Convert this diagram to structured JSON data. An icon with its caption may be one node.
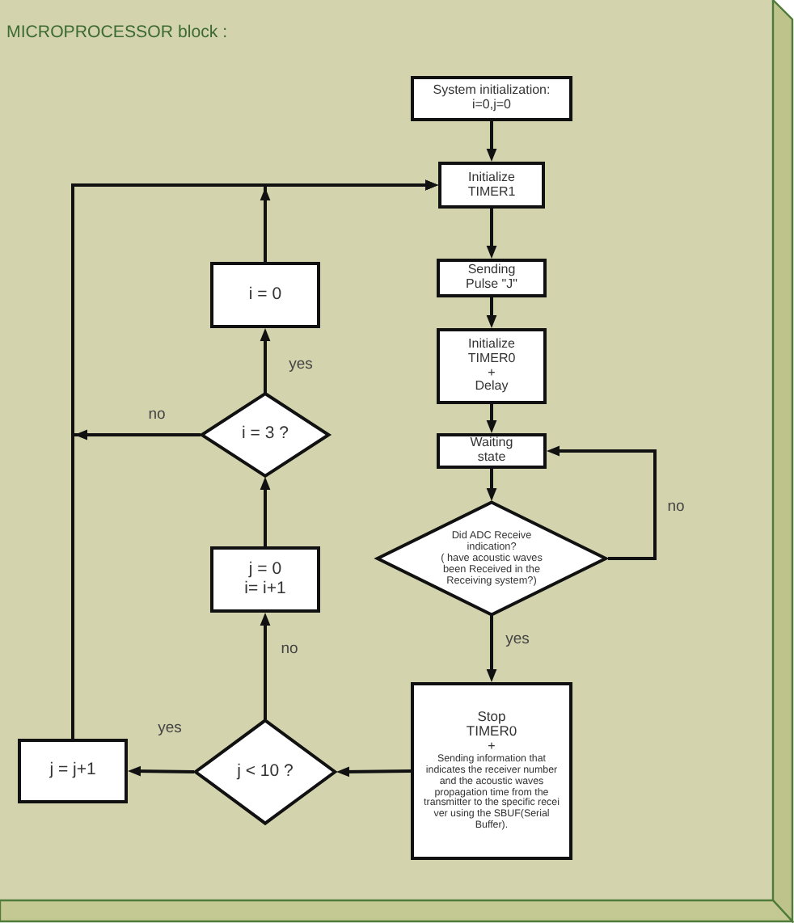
{
  "diagram": {
    "title": "MICROPROCESSOR block :",
    "nodes": [
      {
        "text": [
          "System initialization: i=0,j=0"
        ]
      },
      {
        "text": [
          "Initialize TIMER1"
        ]
      },
      {
        "text": [
          "Sending Pulse \"J\""
        ]
      },
      {
        "text": [
          "Initialize TIMER0",
          "+",
          "Delay"
        ]
      },
      {
        "text": [
          "Waiting state"
        ]
      },
      {
        "text": [
          "Did ADC Receive indication?",
          "( have acoustic waves been Received in the Receiving system?)"
        ]
      },
      {
        "text": [
          "Stop TIMER0",
          "+",
          "Sending information that indicates the receiver number and the acoustic waves propagation time from the transmitter to the specific recei ver using the SBUF(Serial Buffer)."
        ]
      },
      {
        "text": [
          "j < 10 ?"
        ]
      },
      {
        "text": [
          "j = 0 i= i+1"
        ]
      },
      {
        "text": [
          "i = 3 ?"
        ]
      },
      {
        "text": [
          "i = 0"
        ]
      },
      {
        "text": [
          "j = j+1"
        ]
      }
    ],
    "edges": [
      {
        "from": 0,
        "to": 1,
        "arrow": "to"
      },
      {
        "from": 1,
        "to": 2,
        "arrow": "to"
      },
      {
        "from": 2,
        "to": 3,
        "arrow": "to"
      },
      {
        "from": 3,
        "to": 4,
        "arrow": "to"
      },
      {
        "from": 4,
        "to": 5,
        "arrow": "to"
      },
      {
        "from": 5,
        "to": 4,
        "arrow": "to",
        "label": "no"
      },
      {
        "from": 5,
        "to": 6,
        "arrow": "to",
        "label": "yes"
      },
      {
        "from": 6,
        "to": 7,
        "arrow": "to"
      },
      {
        "from": 7,
        "to": 11,
        "arrow": "to",
        "label": "yes"
      },
      {
        "from": 7,
        "to": 8,
        "arrow": "to",
        "label": "no"
      },
      {
        "from": 8,
        "to": 9,
        "arrow": "to"
      },
      {
        "from": 9,
        "to": 10,
        "arrow": "to",
        "label": "yes"
      },
      {
        "from": 9,
        "to": 1,
        "arrow": "to",
        "label": "no"
      },
      {
        "from": 11,
        "to": 1,
        "arrow": "to"
      },
      {
        "from": 10,
        "to": 1,
        "arrow": "to"
      }
    ]
  }
}
